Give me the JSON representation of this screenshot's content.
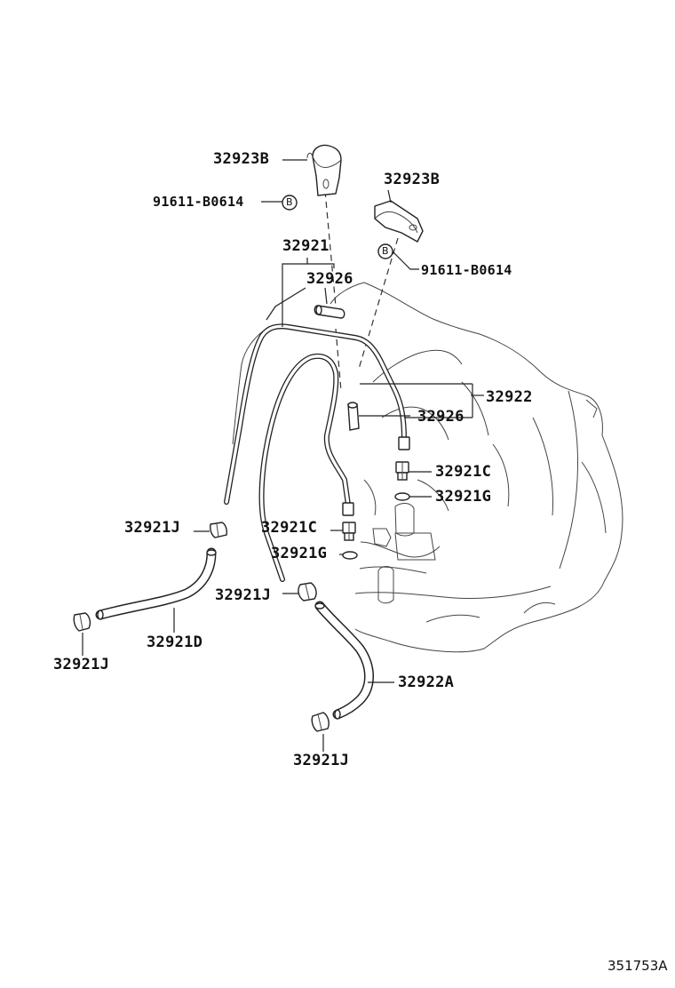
{
  "labels": {
    "bracket_left": "32923B",
    "bolt_left": "91611-B0614",
    "bracket_right": "32923B",
    "bolt_right": "91611-B0614",
    "pipe_32921": "32921",
    "sleeve_top": "32926",
    "pipe_32922": "32922",
    "sleeve_right": "32926",
    "union_right": "32921C",
    "gasket_right": "32921G",
    "clip_left": "32921J",
    "union_left": "32921C",
    "gasket_left": "32921G",
    "clip_mid": "32921J",
    "hose_d": "32921D",
    "clip_bottom_left": "32921J",
    "hose_a": "32922A",
    "clip_bottom": "32921J"
  },
  "bolt_mark": "B",
  "figure_id": "351753A"
}
